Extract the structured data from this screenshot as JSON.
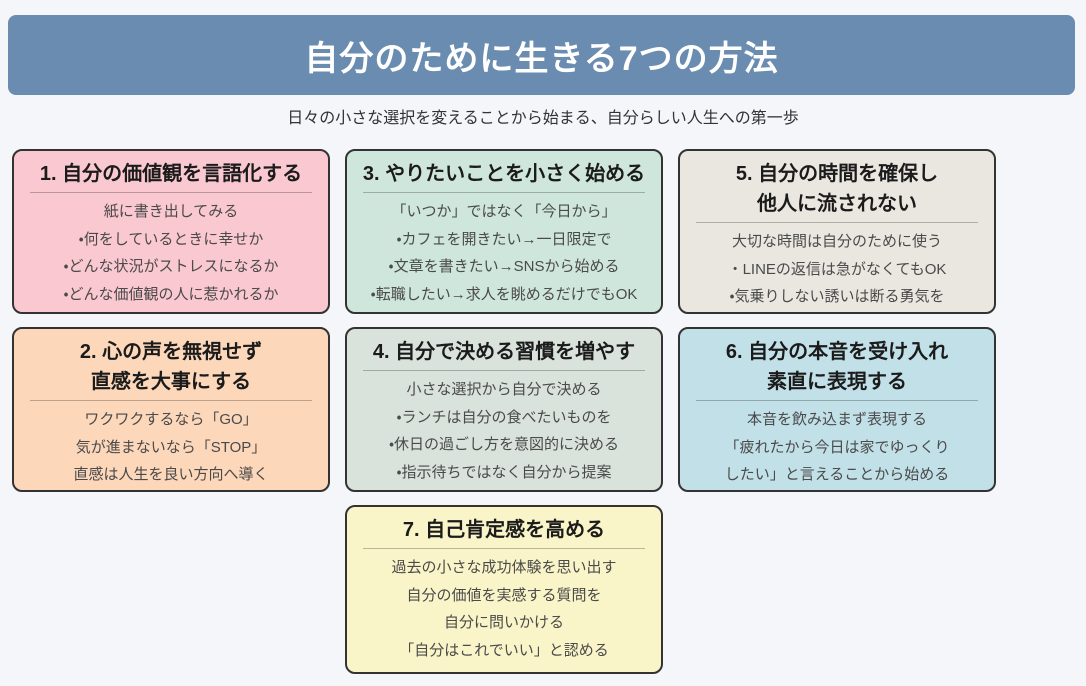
{
  "page": {
    "background": "#f5f6fa"
  },
  "header": {
    "title": "自分のために生きる7つの方法",
    "background": "#6a8cb0",
    "text_color": "#ffffff"
  },
  "subtitle": "日々の小さな選択を変えることから始まる、自分らしい人生への第一歩",
  "cards": [
    {
      "number": 1,
      "title": "1. 自分の価値観を言語化する",
      "lines": [
        "紙に書き出してみる",
        "・何をしているときに幸せか",
        "・どんな状況がストレスになるか",
        "・どんな価値観の人に惹かれるか"
      ],
      "bg": "#fac8d0"
    },
    {
      "number": 2,
      "title": "2. 心の声を無視せず\n直感を大事にする",
      "lines": [
        "ワクワクするなら「GO」",
        "気が進まないなら「STOP」",
        "直感は人生を良い方向へ導く"
      ],
      "bg": "#fcd7ba"
    },
    {
      "number": 3,
      "title": "3. やりたいことを小さく始める",
      "lines": [
        "「いつか」ではなく「今日から」",
        "・カフェを開きたい→一日限定で",
        "・文章を書きたい→SNSから始める",
        "・転職したい→求人を眺めるだけでもOK"
      ],
      "bg": "#cfe6dc"
    },
    {
      "number": 4,
      "title": "4. 自分で決める習慣を増やす",
      "lines": [
        "小さな選択から自分で決める",
        "・ランチは自分の食べたいものを",
        "・休日の過ごし方を意図的に決める",
        "・指示待ちではなく自分から提案"
      ],
      "bg": "#dae2dc"
    },
    {
      "number": 5,
      "title": "5. 自分の時間を確保し\n他人に流されない",
      "lines": [
        "大切な時間は自分のために使う",
        "・LINEの返信は急がなくてもOK",
        "・気乗りしない誘いは断る勇気を"
      ],
      "bg": "#eae7e0"
    },
    {
      "number": 6,
      "title": "6. 自分の本音を受け入れ\n素直に表現する",
      "lines": [
        "本音を飲み込まず表現する",
        "「疲れたから今日は家でゆっくり",
        "したい」と言えることから始める"
      ],
      "bg": "#c2e0e8"
    },
    {
      "number": 7,
      "title": "7. 自己肯定感を高める",
      "lines": [
        "過去の小さな成功体験を思い出す",
        "自分の価値を実感する質問を",
        "自分に問いかける",
        "「自分はこれでいい」と認める"
      ],
      "bg": "#faf5c8"
    }
  ]
}
